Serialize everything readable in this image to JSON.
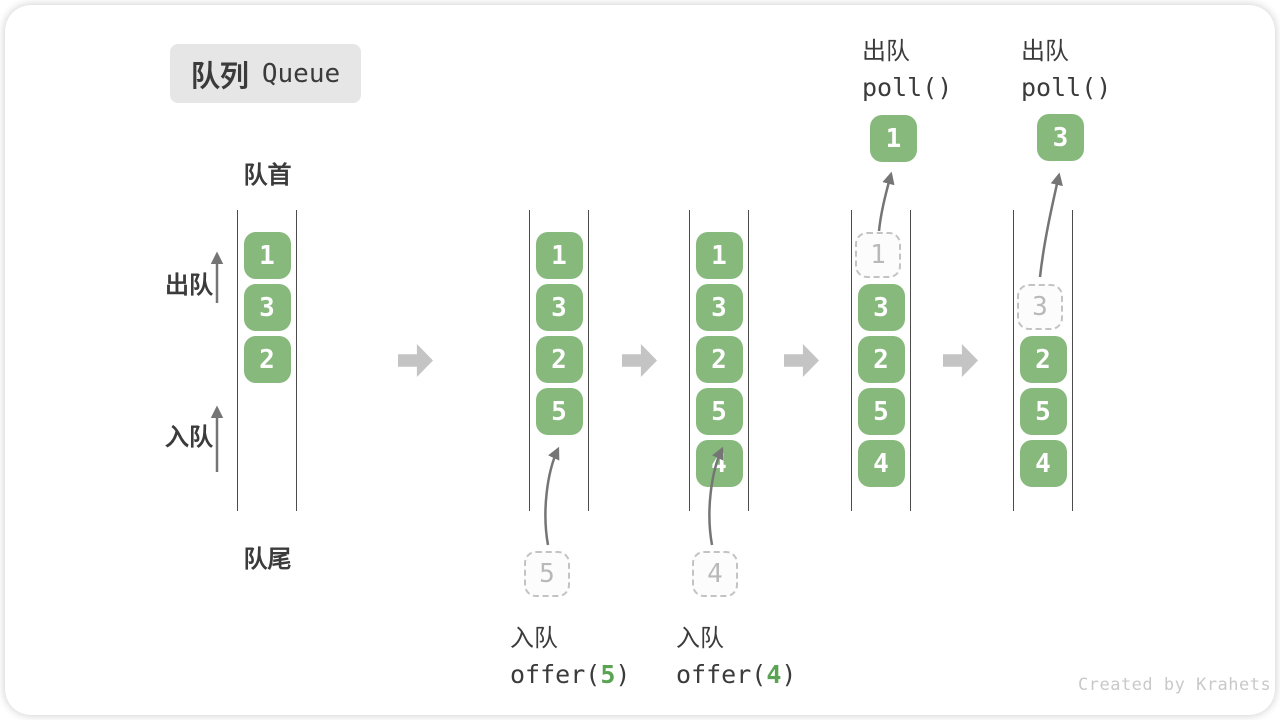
{
  "title": {
    "zh": "队列",
    "en": "Queue"
  },
  "labels": {
    "front": "队首",
    "rear": "队尾",
    "dequeue": "出队",
    "enqueue": "入队"
  },
  "states": [
    {
      "slots": [
        {
          "v": "1"
        },
        {
          "v": "3"
        },
        {
          "v": "2"
        }
      ]
    },
    {
      "slots": [
        {
          "v": "1"
        },
        {
          "v": "3"
        },
        {
          "v": "2"
        },
        {
          "v": "5"
        }
      ],
      "incoming": "5"
    },
    {
      "slots": [
        {
          "v": "1"
        },
        {
          "v": "3"
        },
        {
          "v": "2"
        },
        {
          "v": "5"
        },
        {
          "v": "4"
        }
      ],
      "incoming": "4"
    },
    {
      "slots": [
        {
          "v": "1"
        },
        {
          "v": "3"
        },
        {
          "v": "2"
        },
        {
          "v": "5"
        },
        {
          "v": "4"
        }
      ],
      "outgoing": "1"
    },
    {
      "slots": [
        {
          "v": "3"
        },
        {
          "v": "2"
        },
        {
          "v": "5"
        },
        {
          "v": "4"
        }
      ],
      "outgoing": "3"
    }
  ],
  "ops": {
    "enqueue5": {
      "action": "入队",
      "code_pre": "offer(",
      "arg": "5",
      "code_post": ")"
    },
    "enqueue4": {
      "action": "入队",
      "code_pre": "offer(",
      "arg": "4",
      "code_post": ")"
    },
    "poll1": {
      "action": "出队",
      "code": "poll()"
    },
    "poll2": {
      "action": "出队",
      "code": "poll()"
    }
  },
  "colors": {
    "item_green": "#87b97c",
    "code_green": "#5aa352",
    "transition_arrow": "#c4c4c4",
    "thin_arrow": "#757575",
    "dashed_border": "#c3c3c3",
    "line_color": "#4c4c4c",
    "title_bg": "#e6e6e6",
    "watermark_color": "#c9c9c9"
  },
  "watermark": "Created by Krahets"
}
